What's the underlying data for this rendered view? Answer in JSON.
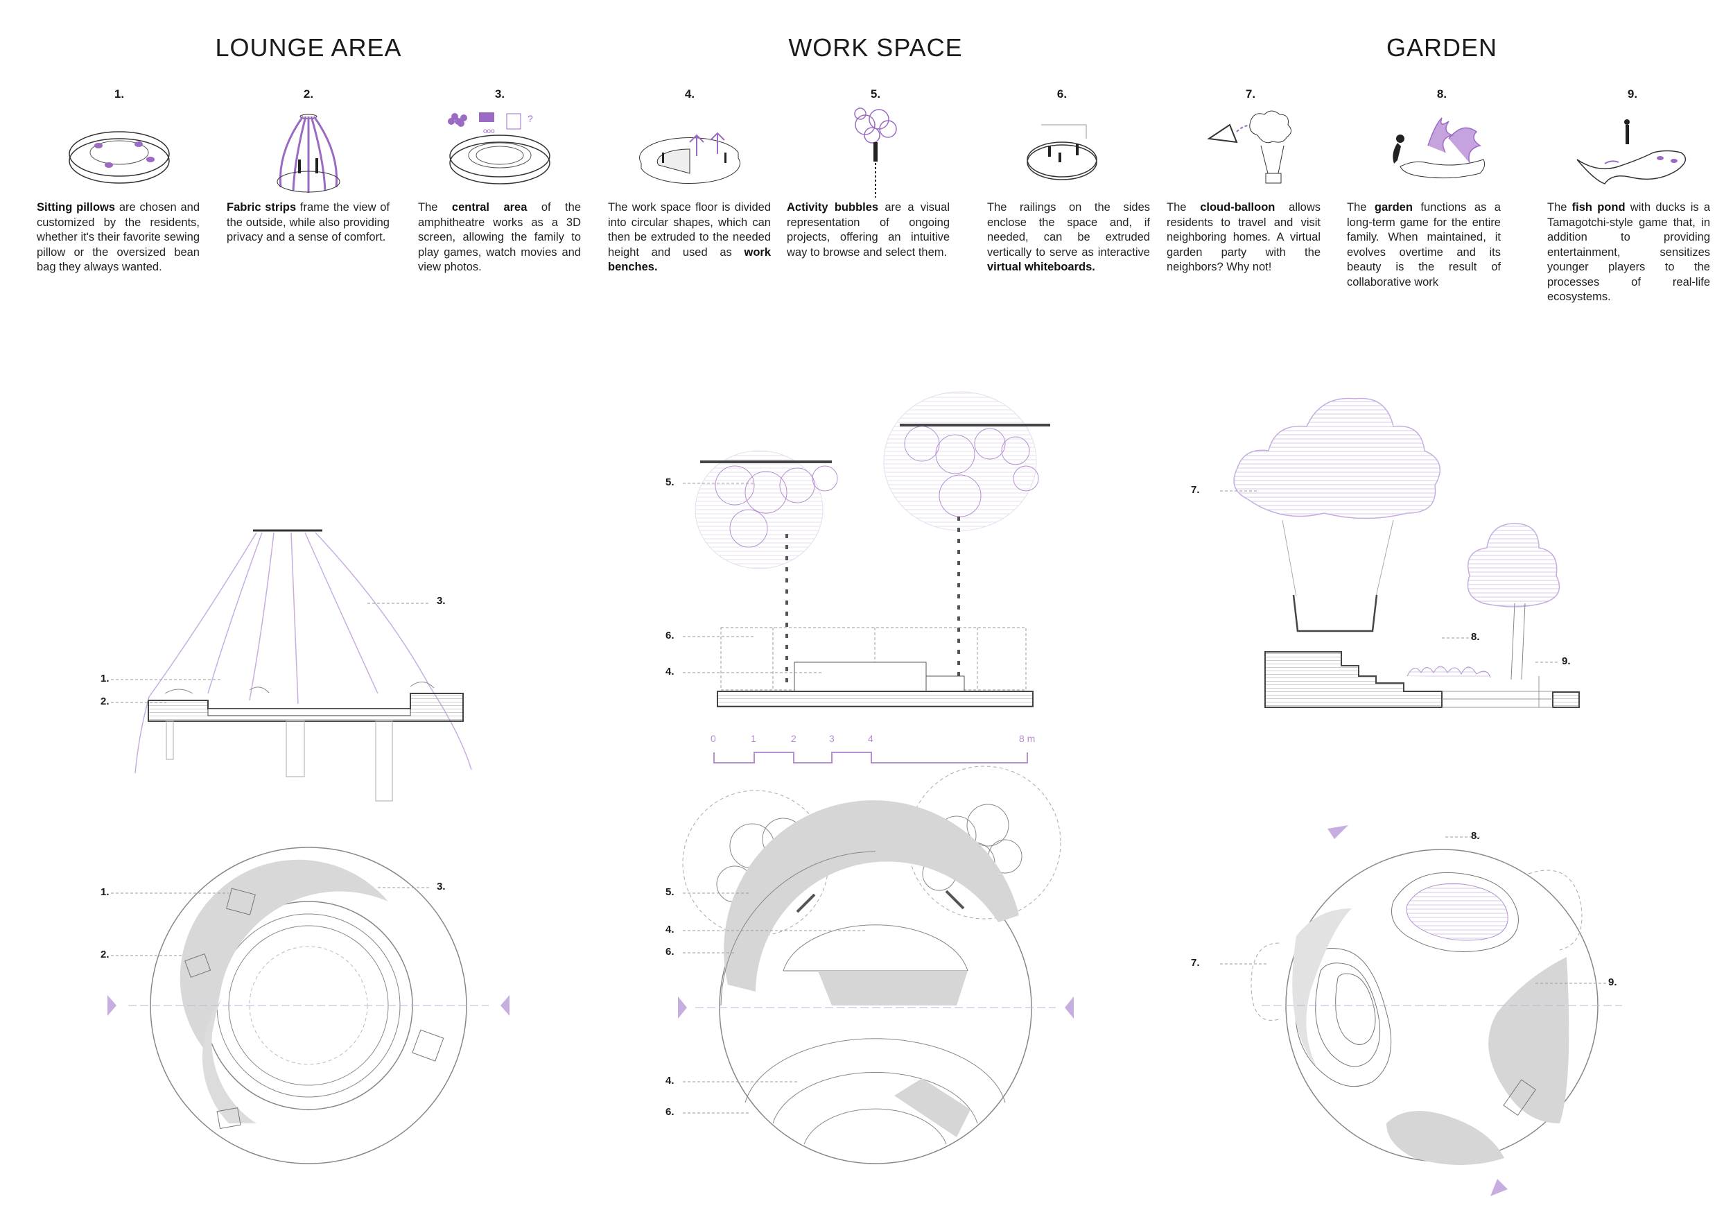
{
  "sections": [
    {
      "title": "LOUNGE AREA"
    },
    {
      "title": "WORK SPACE"
    },
    {
      "title": "GARDEN"
    }
  ],
  "items": [
    {
      "num": "1.",
      "bold": "Sitting pillows",
      "text": " are chosen and customized by the residents, whether it's their favorite sewing pillow or the oversized bean bag they always wanted."
    },
    {
      "num": "2.",
      "bold": "Fabric strips",
      "text": " frame the view of the outside, while also providing privacy and a sense of comfort."
    },
    {
      "num": "3.",
      "pre": "The ",
      "bold": "central area",
      "text": " of the amphitheatre works as a 3D screen, allowing the family to play games, watch movies and view photos."
    },
    {
      "num": "4.",
      "pre": "The work space floor is divided into circular shapes, which can then be extruded to the needed height and used as ",
      "bold": "work benches."
    },
    {
      "num": "5.",
      "bold": "Activity bubbles",
      "text": " are a visual representation of ongoing projects, offering an intuitive way to browse and select them."
    },
    {
      "num": "6.",
      "pre": "The railings on the sides enclose the space and, if needed, can be extruded vertically to serve as interactive ",
      "bold": "virtual whiteboards."
    },
    {
      "num": "7.",
      "pre": "The ",
      "bold": "cloud-balloon",
      "text": " allows residents to travel and visit neighboring homes. A virtual garden party with the neighbors? Why not!"
    },
    {
      "num": "8.",
      "pre": "The ",
      "bold": "garden",
      "text": " functions as a long-term game for the entire family. When maintained, it evolves overtime and its beauty is the result of collaborative work"
    },
    {
      "num": "9.",
      "pre": "The ",
      "bold": "fish pond",
      "text": " with ducks is a Tamagotchi-style game that, in addition to providing entertainment, sensitizes younger players to the processes of real-life ecosystems."
    }
  ],
  "scale": {
    "ticks": [
      "0",
      "1",
      "2",
      "3",
      "4",
      "8 m"
    ]
  },
  "callouts": {
    "lounge_section": [
      "3.",
      "1.",
      "2."
    ],
    "lounge_plan": [
      "1.",
      "3.",
      "2."
    ],
    "work_section": [
      "5.",
      "6.",
      "4."
    ],
    "work_plan": [
      "5.",
      "4.",
      "6.",
      "4.",
      "6."
    ],
    "garden_section": [
      "7.",
      "8.",
      "9."
    ],
    "garden_plan": [
      "8.",
      "7.",
      "9."
    ]
  },
  "colors": {
    "accent": "#b58fcf",
    "accent_fill": "#e3d2ee",
    "line": "#6a6a6a",
    "fill_gray": "#cfcfcf"
  }
}
